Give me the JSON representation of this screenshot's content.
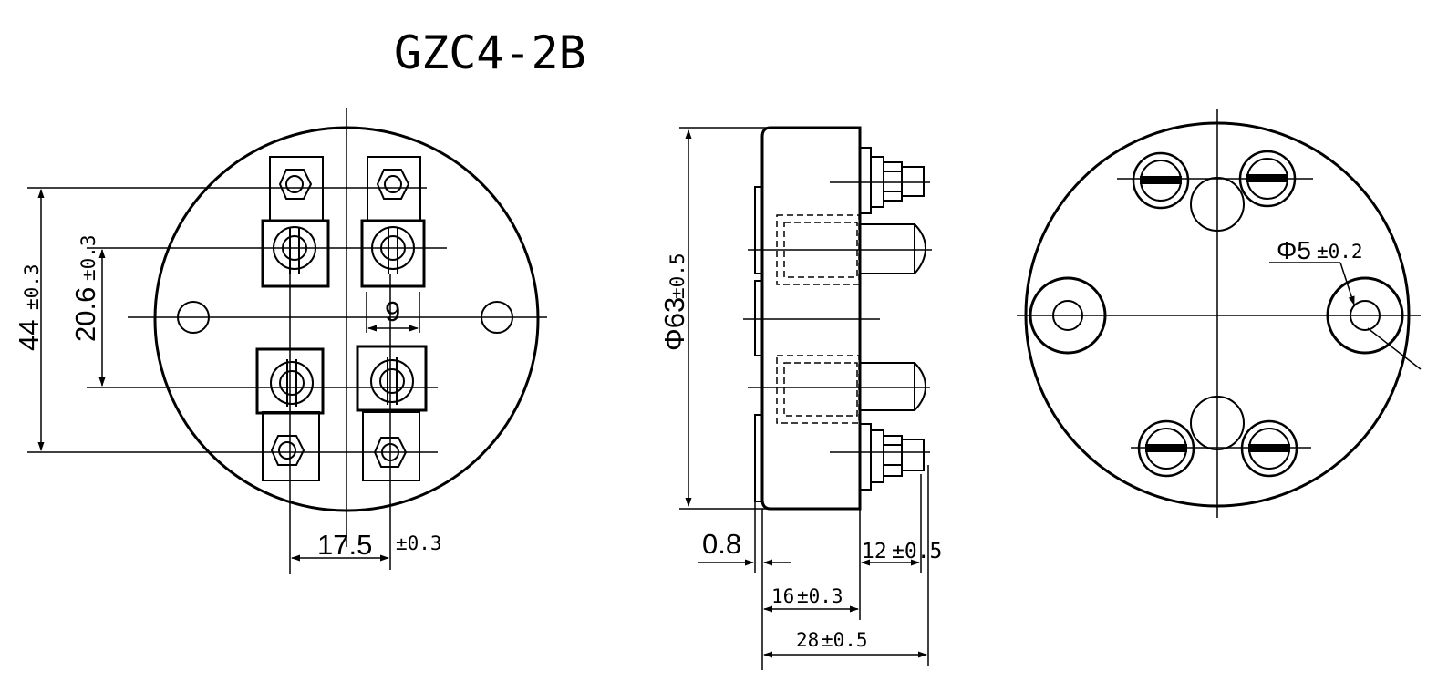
{
  "title": "GZC4-2B",
  "front_view": {
    "dim_height": "44",
    "dim_height_tol": "±0.3",
    "dim_inner": "20.6",
    "dim_inner_tol": "±0.3",
    "dim_gap": "9",
    "dim_width": "17.5",
    "dim_width_tol": "±0.3"
  },
  "side_view": {
    "dim_diameter": "Φ63",
    "dim_diameter_tol": "±0.5",
    "dim_lip": "0.8",
    "dim_body": "16",
    "dim_body_tol": "±0.3",
    "dim_total": "28",
    "dim_total_tol": "±0.5",
    "dim_terminal": "12",
    "dim_terminal_tol": "±0.5"
  },
  "back_view": {
    "dim_hole": "Φ5",
    "dim_hole_tol": "±0.2"
  }
}
